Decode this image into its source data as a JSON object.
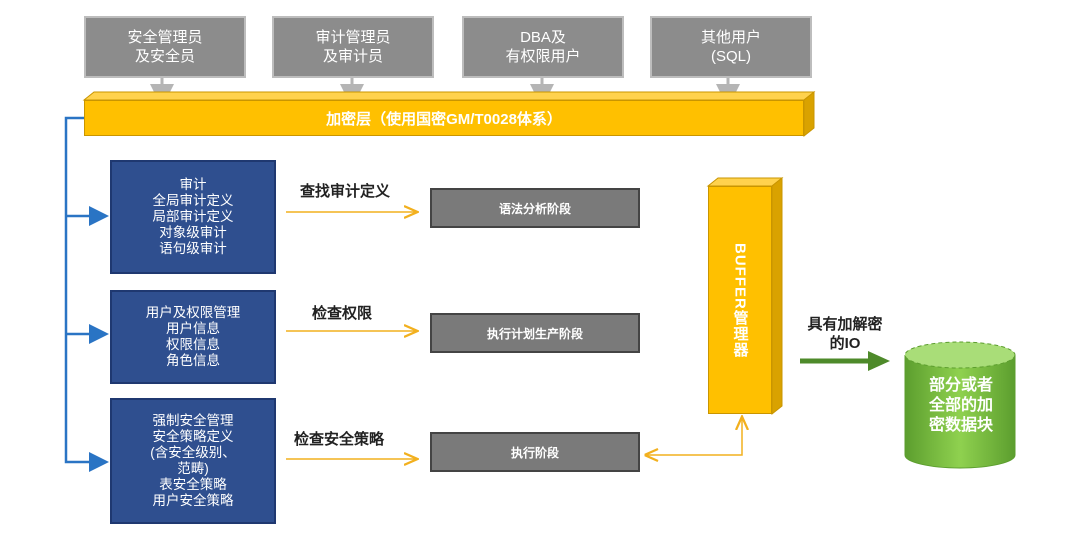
{
  "users": [
    {
      "line1": "安全管理员",
      "line2": "及安全员"
    },
    {
      "line1": "审计管理员",
      "line2": "及审计员"
    },
    {
      "line1": "DBA及",
      "line2": "有权限用户"
    },
    {
      "line1": "其他用户",
      "line2": "(SQL)"
    }
  ],
  "encryption_layer": "加密层（使用国密GM/T0028体系）",
  "config_boxes": [
    {
      "lines": [
        "审计",
        "全局审计定义",
        "局部审计定义",
        "对象级审计",
        "语句级审计"
      ]
    },
    {
      "lines": [
        "用户及权限管理",
        "用户信息",
        "权限信息",
        "角色信息"
      ]
    },
    {
      "lines": [
        "强制安全管理",
        "安全策略定义",
        "(含安全级别、",
        "范畴)",
        "表安全策略",
        "用户安全策略"
      ]
    }
  ],
  "steps": [
    {
      "label": "查找审计定义",
      "stage": "语法分析阶段"
    },
    {
      "label": "检查权限",
      "stage": "执行计划生产阶段"
    },
    {
      "label": "检查安全策略",
      "stage": "执行阶段"
    }
  ],
  "buffer": "BUFFER管理器",
  "io_label": {
    "line1": "具有加解密",
    "line2": "的IO"
  },
  "storage": {
    "lines": [
      "部分或者",
      "全部的加",
      "密数据块"
    ]
  },
  "colors": {
    "user_gray": "#8c8c8c",
    "gold": "#ffc000",
    "navy": "#2f4f8f",
    "stage_gray": "#7a7a7a",
    "connector_blue": "#2a74c4",
    "arrow_green": "#4e8a2a",
    "cylinder_green": "#7bc142"
  }
}
